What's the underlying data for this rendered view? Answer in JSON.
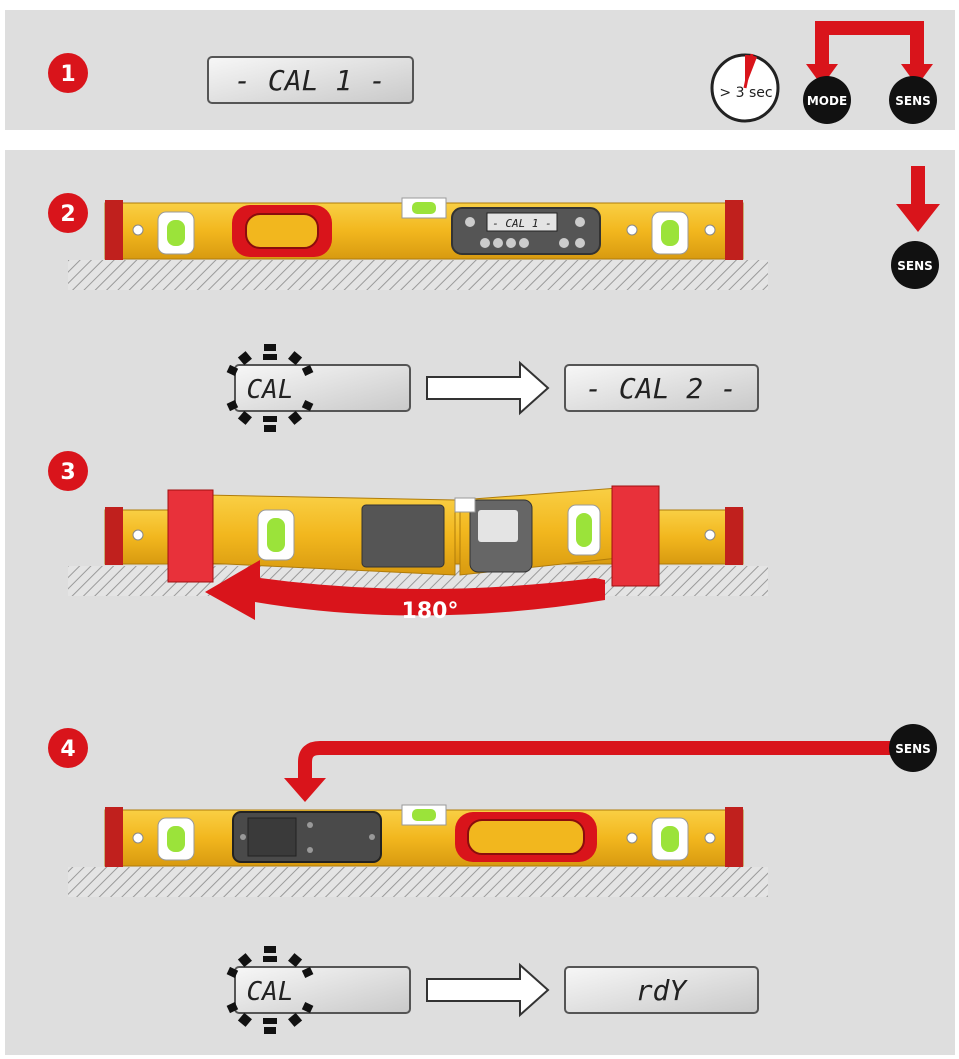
{
  "steps": [
    {
      "number": "1",
      "display": "- CAL 1 -",
      "timer": "> 3 sec",
      "buttons": [
        "MODE",
        "SENS"
      ]
    },
    {
      "number": "2",
      "level_display": "- CAL 1 -",
      "button": "SENS",
      "blink_display": "CAL",
      "result_display": "- CAL 2 -"
    },
    {
      "number": "3",
      "rotation": "180°"
    },
    {
      "number": "4",
      "button": "SENS",
      "blink_display": "CAL",
      "result_display": "rdY"
    }
  ],
  "colors": {
    "accent_red": "#d9141b",
    "level_yellow": "#f2b71e",
    "panel_grey": "#dedede",
    "lcd": "#e6e6e6"
  }
}
